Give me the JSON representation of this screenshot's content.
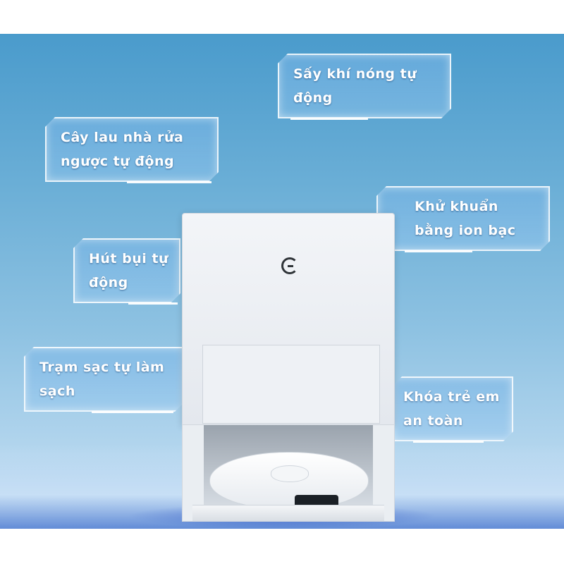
{
  "callouts": [
    {
      "id": "hot-air-drying",
      "text": "Sấy khí nóng tự động"
    },
    {
      "id": "self-wash-mop",
      "text": "Cây lau nhà rửa ngược tự động"
    },
    {
      "id": "silver-ion",
      "text": "Khử khuẩn bằng ion bạc"
    },
    {
      "id": "auto-dust",
      "text": "Hút bụi tự động"
    },
    {
      "id": "self-clean-station",
      "text": "Trạm sạc tự làm sạch"
    },
    {
      "id": "child-lock",
      "text": "Khóa trẻ em an toàn"
    }
  ],
  "colors": {
    "background": "#6aaed6",
    "callout_border": "#ffffff",
    "text": "#ffffff",
    "device": "#eef1f5"
  }
}
